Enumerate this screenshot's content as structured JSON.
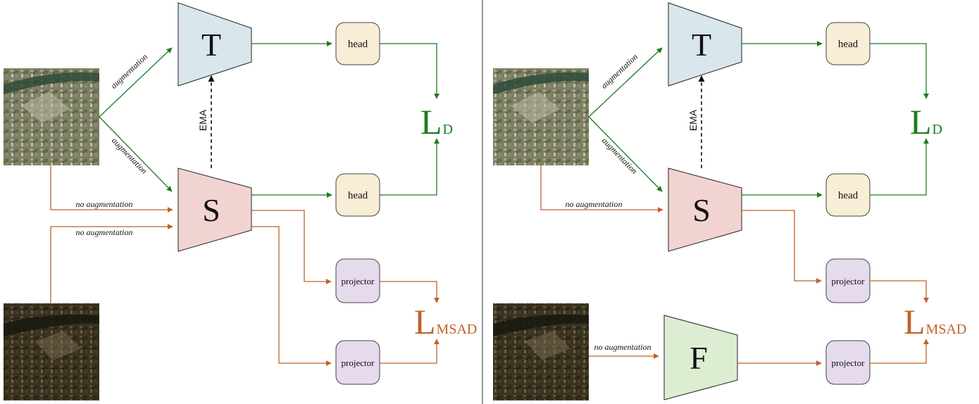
{
  "colors": {
    "teacher_fill": "#d9e6ec",
    "student_fill": "#f1d4d1",
    "frozen_fill": "#dcedd2",
    "head_fill": "#f8edd5",
    "projector_fill": "#e6dbec",
    "green": "#1e7b1e",
    "orange": "#c0612b",
    "black": "#000000",
    "divider": "#555555"
  },
  "left_panel": {
    "teacher": "T",
    "student": "S",
    "ema": "EMA",
    "aug_top": "augmentation",
    "aug_bottom": "augmentation",
    "no_aug_1": "no augmentation",
    "no_aug_2": "no augmentation",
    "head_top": "head",
    "head_bottom": "head",
    "projector_top": "projector",
    "projector_bottom": "projector",
    "loss_d_main": "L",
    "loss_d_sub": "D",
    "loss_msad_main": "L",
    "loss_msad_sub": "MSAD"
  },
  "right_panel": {
    "teacher": "T",
    "student": "S",
    "frozen": "F",
    "ema": "EMA",
    "aug_top": "augmentation",
    "aug_bottom": "augmentation",
    "no_aug_1": "no augmentation",
    "no_aug_2": "no augmentation",
    "head_top": "head",
    "head_bottom": "head",
    "projector_top": "projector",
    "projector_bottom": "projector",
    "loss_d_main": "L",
    "loss_d_sub": "D",
    "loss_msad_main": "L",
    "loss_msad_sub": "MSAD"
  }
}
